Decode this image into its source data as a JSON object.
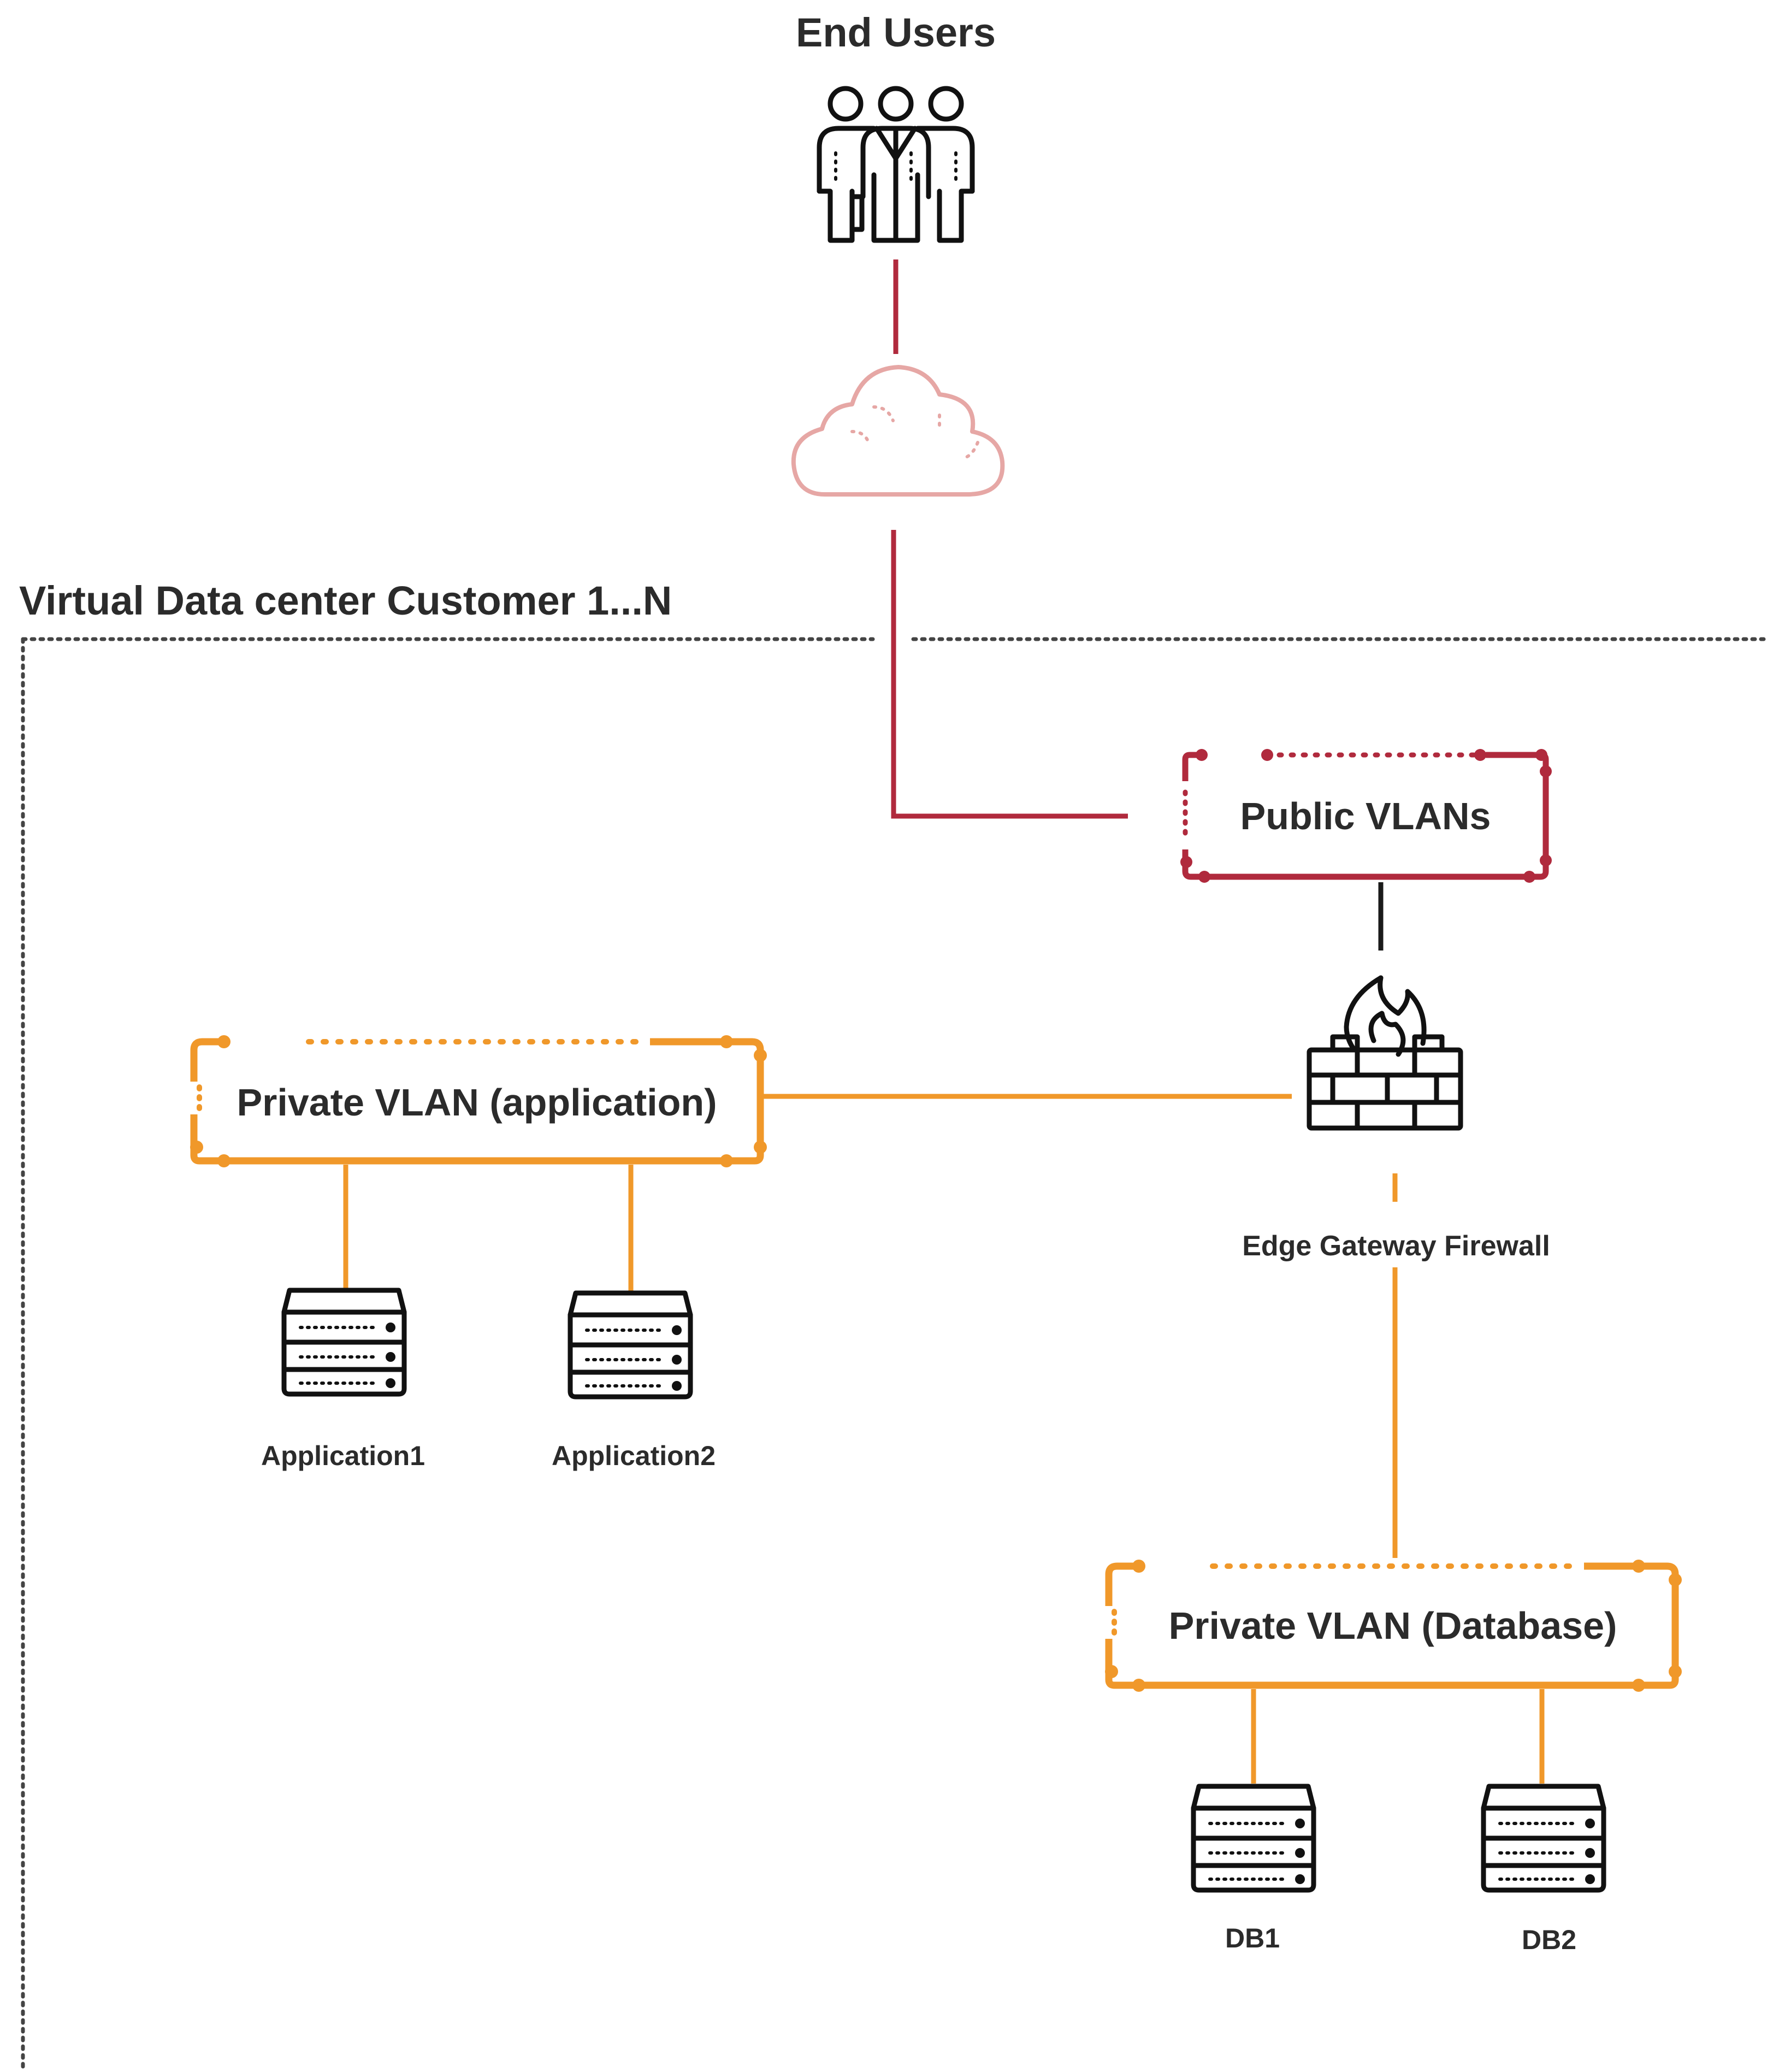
{
  "title": "End Users",
  "vdc_label": "Virtual Data center Customer 1...N",
  "nodes": {
    "end_users": {
      "icon": "users-icon"
    },
    "internet": {
      "icon": "cloud-icon"
    },
    "public_vlans": {
      "label": "Public VLANs"
    },
    "firewall": {
      "label": "Edge Gateway Firewall",
      "icon": "firewall-icon"
    },
    "private_app": {
      "label": "Private VLAN (application)"
    },
    "private_db": {
      "label": "Private VLAN (Database)"
    },
    "servers": [
      {
        "label": "Application1",
        "icon": "server-icon"
      },
      {
        "label": "Application2",
        "icon": "server-icon"
      },
      {
        "label": "DB1",
        "icon": "server-icon"
      },
      {
        "label": "DB2",
        "icon": "server-icon"
      }
    ]
  },
  "colors": {
    "public": "#b02a3d",
    "private": "#f0982a",
    "cloud": "#e6a7a5",
    "text": "#2b2b2b",
    "icon": "#111111",
    "border": "#444444"
  }
}
